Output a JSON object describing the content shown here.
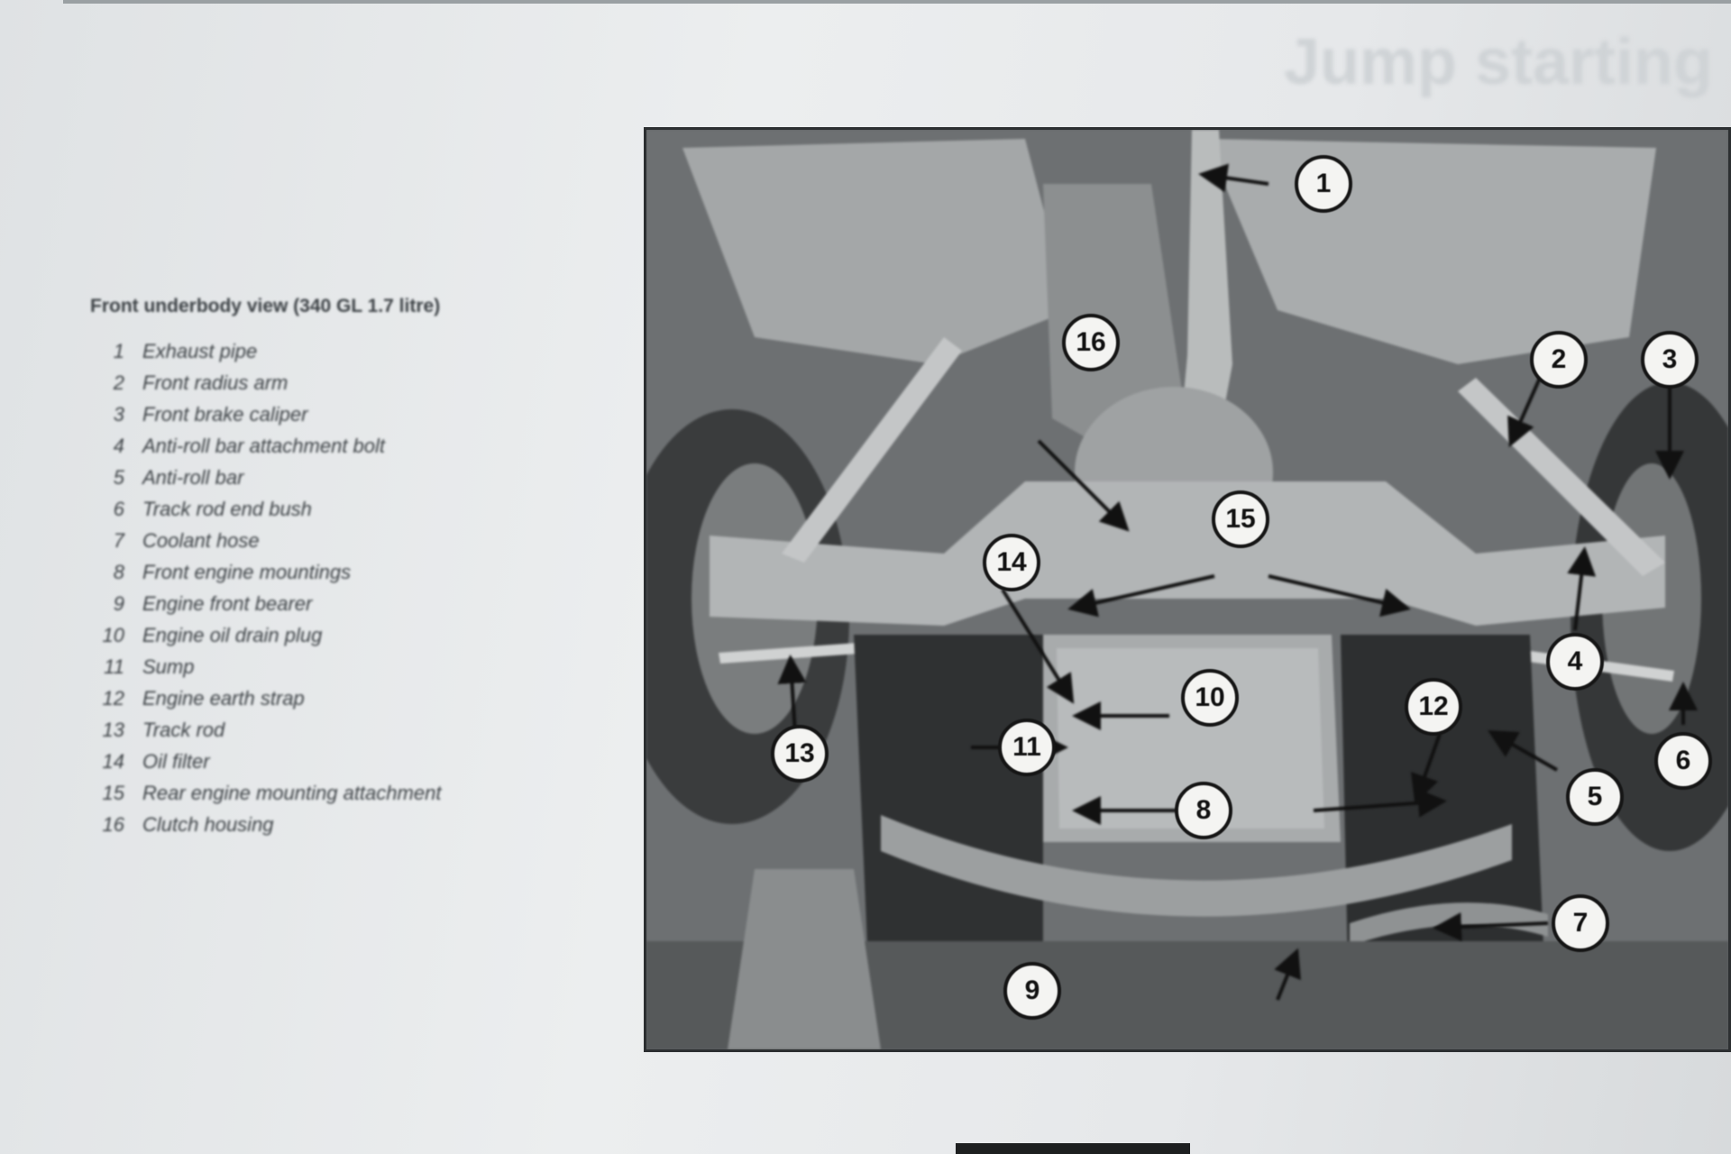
{
  "page": {
    "heading": "Jump starting"
  },
  "caption": {
    "title": "Front underbody view (340 GL 1.7 litre)",
    "items": [
      {
        "number": "1",
        "label": "Exhaust pipe"
      },
      {
        "number": "2",
        "label": "Front radius arm"
      },
      {
        "number": "3",
        "label": "Front brake caliper"
      },
      {
        "number": "4",
        "label": "Anti-roll bar attachment bolt"
      },
      {
        "number": "5",
        "label": "Anti-roll bar"
      },
      {
        "number": "6",
        "label": "Track rod end bush"
      },
      {
        "number": "7",
        "label": "Coolant hose"
      },
      {
        "number": "8",
        "label": "Front engine mountings"
      },
      {
        "number": "9",
        "label": "Engine front bearer"
      },
      {
        "number": "10",
        "label": "Engine oil drain plug"
      },
      {
        "number": "11",
        "label": "Sump"
      },
      {
        "number": "12",
        "label": "Engine earth strap"
      },
      {
        "number": "13",
        "label": "Track rod"
      },
      {
        "number": "14",
        "label": "Oil filter"
      },
      {
        "number": "15",
        "label": "Rear engine mounting attachment"
      },
      {
        "number": "16",
        "label": "Clutch housing"
      }
    ]
  },
  "photo": {
    "callouts": [
      "1",
      "2",
      "3",
      "4",
      "5",
      "6",
      "7",
      "8",
      "9",
      "10",
      "11",
      "12",
      "13",
      "14",
      "15",
      "16"
    ]
  }
}
